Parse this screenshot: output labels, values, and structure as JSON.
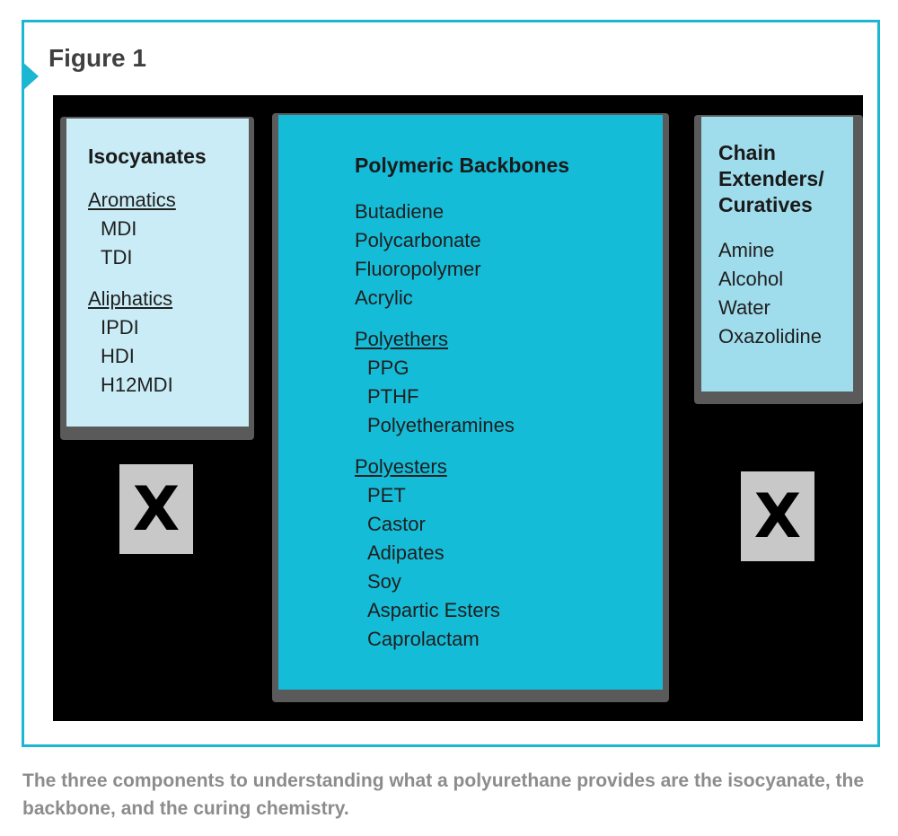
{
  "figure": {
    "title": "Figure 1"
  },
  "isocyanates": {
    "title": "Isocyanates",
    "groups": [
      {
        "label": "Aromatics",
        "items": [
          "MDI",
          "TDI"
        ]
      },
      {
        "label": "Aliphatics",
        "items": [
          "IPDI",
          "HDI",
          "H12MDI"
        ]
      }
    ]
  },
  "backbones": {
    "title": "Polymeric Backbones",
    "items": [
      "Butadiene",
      "Polycarbonate",
      "Fluoropolymer",
      "Acrylic"
    ],
    "groups": [
      {
        "label": "Polyethers",
        "items": [
          "PPG",
          "PTHF",
          "Polyetheramines"
        ]
      },
      {
        "label": "Polyesters",
        "items": [
          "PET",
          "Castor",
          "Adipates",
          "Soy",
          "Aspartic Esters",
          "Caprolactam"
        ]
      }
    ]
  },
  "curatives": {
    "title_lines": [
      "Chain",
      "Extenders/",
      "Curatives"
    ],
    "items": [
      "Amine",
      "Alcohol",
      "Water",
      "Oxazolidine"
    ]
  },
  "operators": [
    "X",
    "X"
  ],
  "caption": "The three components to understanding what a polyurethane provides are the isocyanate, the backbone, and the curing chemistry.",
  "colors": {
    "accent": "#1bb7d2",
    "backbone_fill": "#15bcd8",
    "isocyanate_fill": "#c9ecf6",
    "curative_fill": "#9fdcec"
  }
}
